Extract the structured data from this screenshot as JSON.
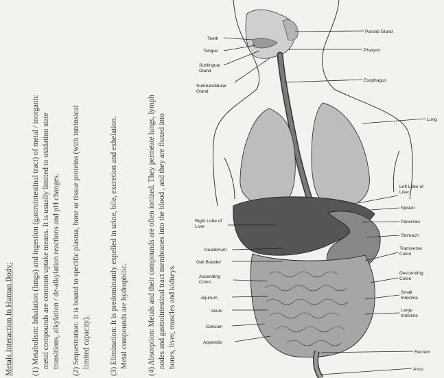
{
  "text": {
    "heading": "Metals Interaction In Human Body:",
    "item1": [
      "(1) Metabolism: Inhalation (lungs) and ingestion   (gastrointestinal tract) of metal / inorganic",
      "metal compounds are common uptake means. It is usually limited to oxidation state",
      "transitions, alkylation / de-alkylation reactions and pH changes."
    ],
    "item2": [
      "(2) Sequestration: It is bound to specific plasma, bone or tissue proteins (with intrinsical",
      "limited capacity)."
    ],
    "item3": [
      "(3) Elimination: It is predominantly expelled in urine, bile, excretion and exhelation.",
      "Metal compounds are hydrophilic."
    ],
    "item4": [
      "(4) Absorption: Metals and their compounds are often ionized. They permeate lungs, lymph",
      "nodes and gastrointestinal tract membranes into the blood , and they are fluxed into",
      "bones, liver, muscles and kidneys."
    ]
  },
  "diagram": {
    "labels": {
      "teeth": "Teeth",
      "tongue": "Tongue",
      "sublingual": [
        "Sublingual",
        "Gland"
      ],
      "submandibular": [
        "Submandibular",
        "Gland"
      ],
      "parotid": "Parotid Gland",
      "pharynx": "Pharynx",
      "esophagus": "Esophagus",
      "lung": "Lung",
      "left_lobe": [
        "Left Lobe of",
        "Liver"
      ],
      "spleen": "Spleen",
      "pancreas": "Pancreas",
      "stomach": "Stomach",
      "transverse": [
        "Transverse",
        "Colon"
      ],
      "descending": [
        "Descending",
        "Colon"
      ],
      "small_intestine": [
        "Small",
        "Intestine"
      ],
      "large_intestine": [
        "Large",
        "Intestine"
      ],
      "rectum": "Rectum",
      "anus": "Anus",
      "right_lobe": [
        "Right Lobe of",
        "Liver"
      ],
      "duodenum": "Duodenum",
      "gall_bladder": "Gall Bladder",
      "ascending": [
        "Ascending",
        "Colon"
      ],
      "jejunum": "Jejunum",
      "ileum": "Ileum",
      "caecum": "Caecum",
      "appendix": "Appendix"
    }
  }
}
